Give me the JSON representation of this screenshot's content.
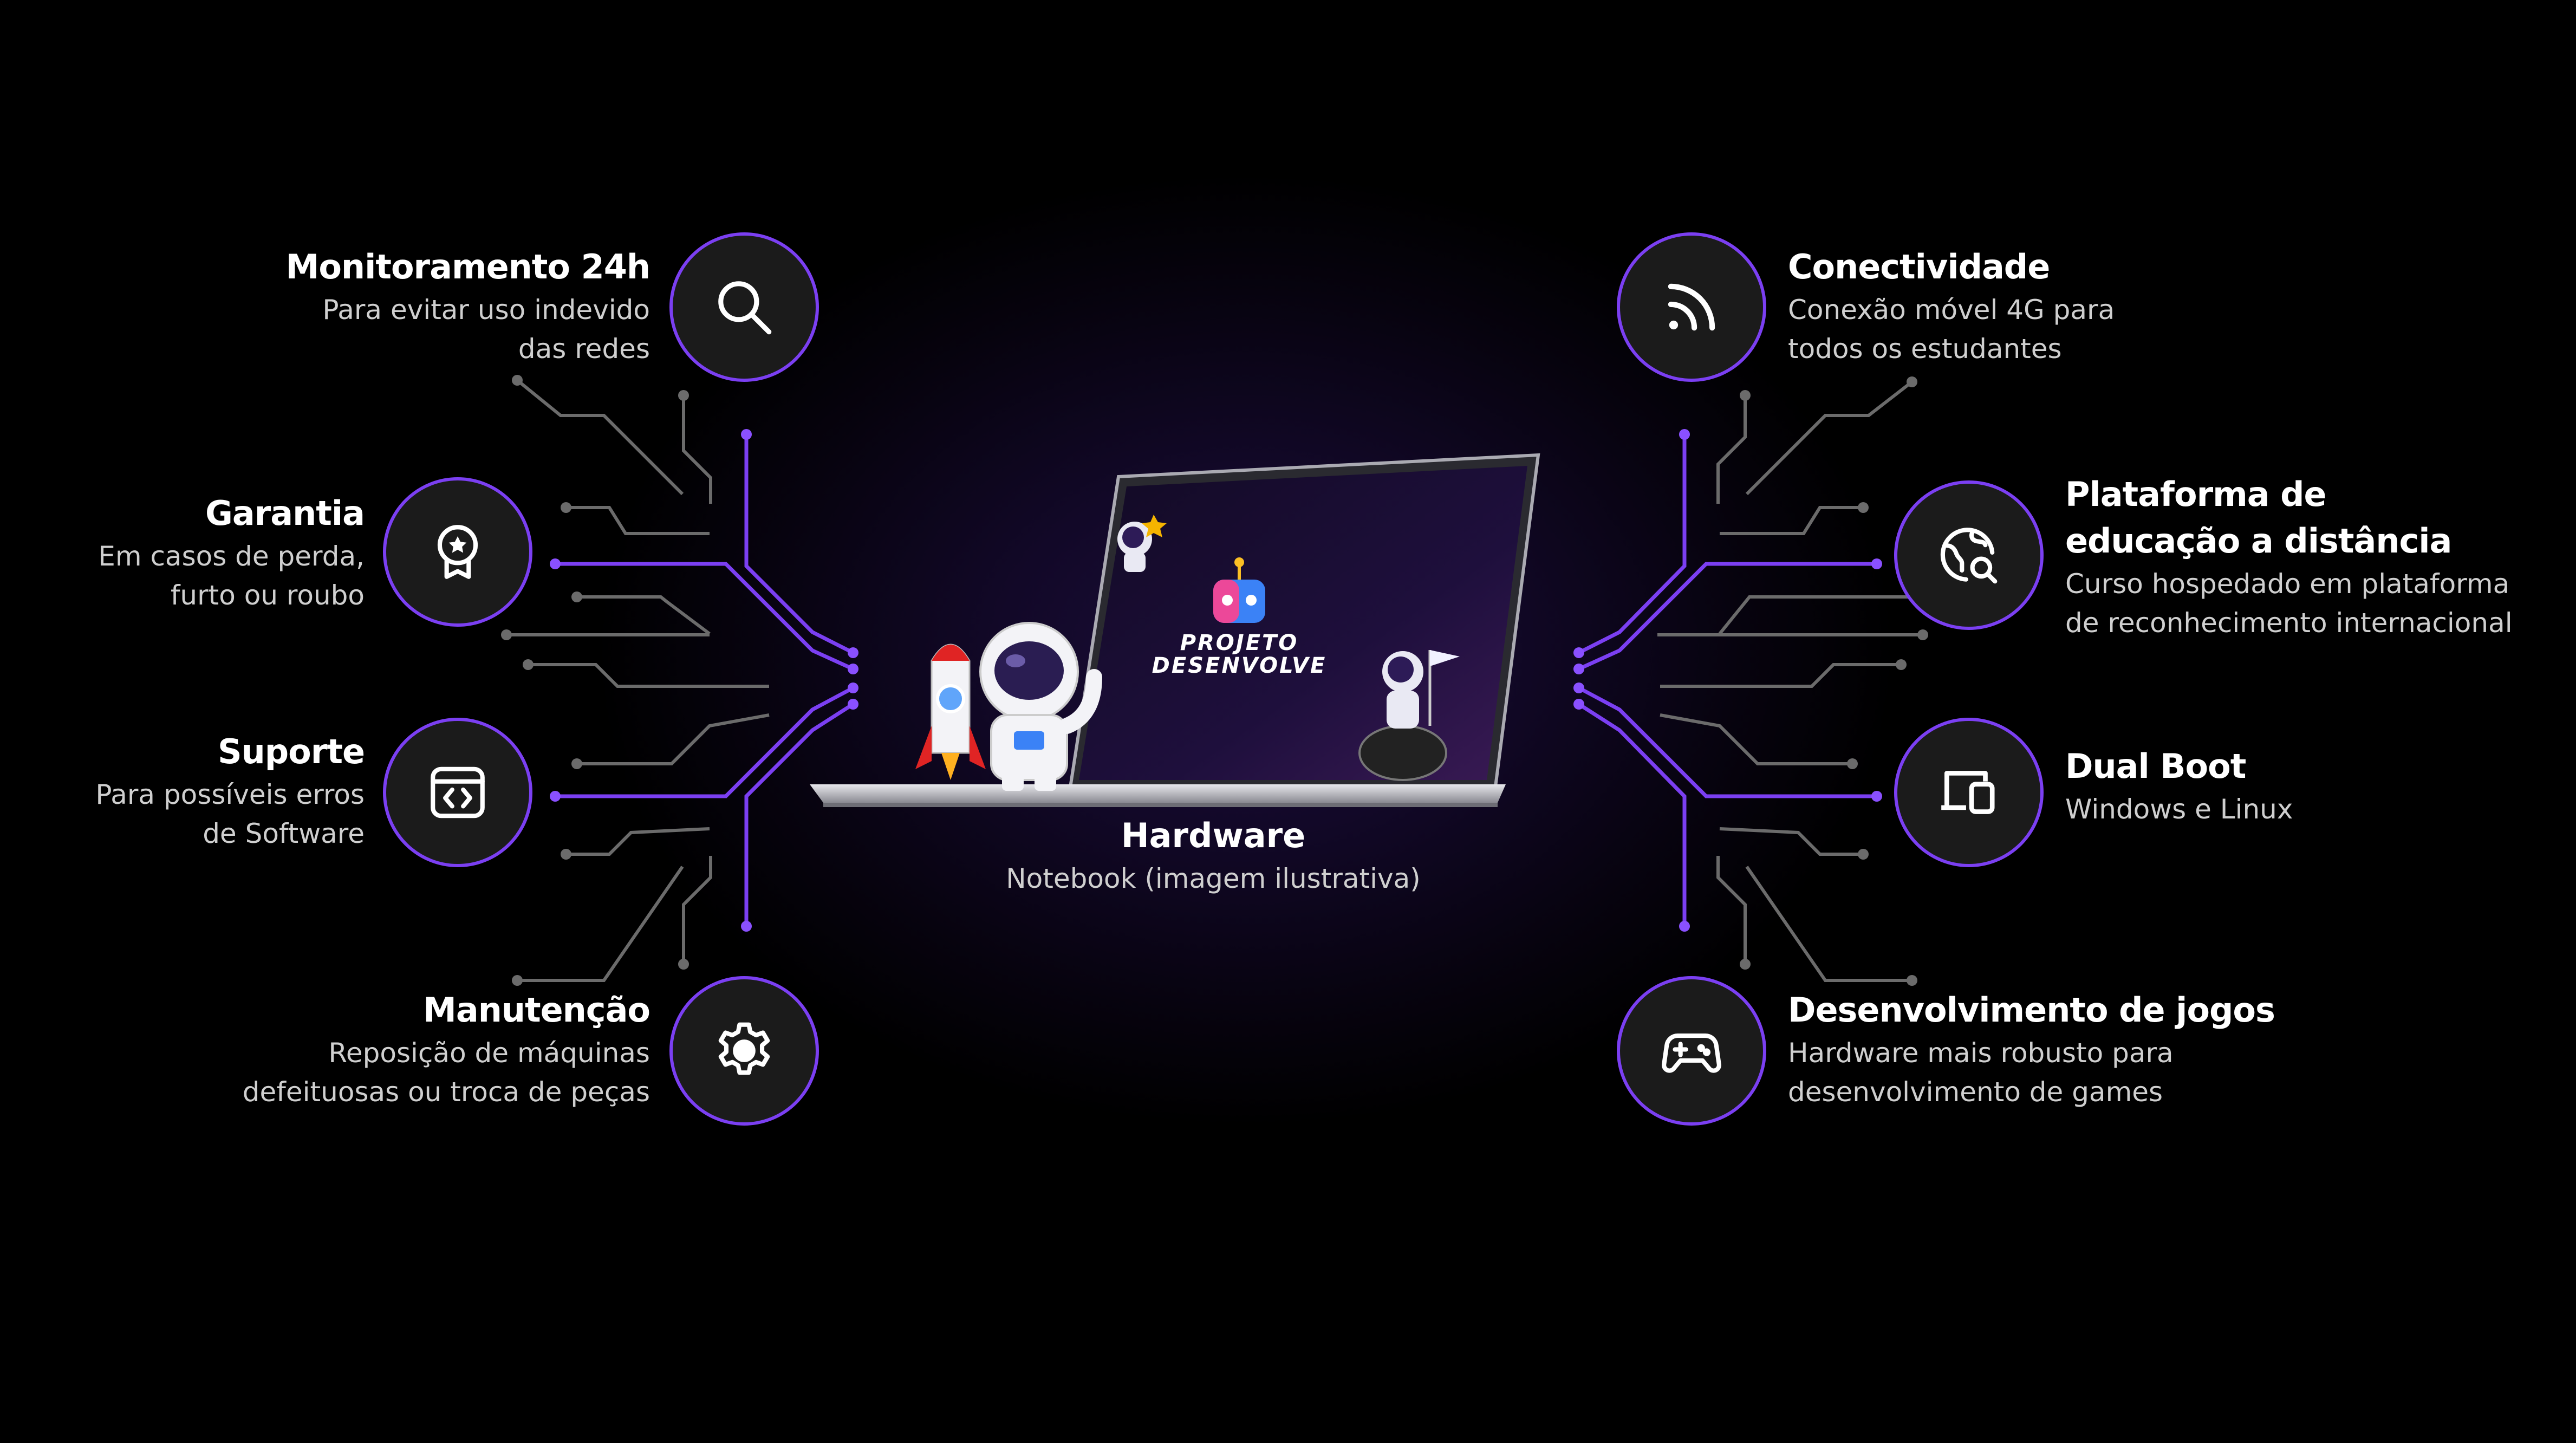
{
  "center": {
    "title": "Hardware",
    "subtitle": "Notebook (imagem ilustrativa)",
    "screen_brand_line1": "PROJETO",
    "screen_brand_line2": "DESENVOLVE"
  },
  "left_features": [
    {
      "title": "Monitoramento 24h",
      "desc_line1": "Para evitar uso indevido",
      "desc_line2": "das redes",
      "icon": "search-icon"
    },
    {
      "title": "Garantia",
      "desc_line1": "Em casos de perda,",
      "desc_line2": "furto ou roubo",
      "icon": "award-icon"
    },
    {
      "title": "Suporte",
      "desc_line1": "Para possíveis erros",
      "desc_line2": "de Software",
      "icon": "code-icon"
    },
    {
      "title": "Manutenção",
      "desc_line1": "Reposição de máquinas",
      "desc_line2": "defeituosas ou troca de peças",
      "icon": "gear-icon"
    }
  ],
  "right_features": [
    {
      "title": "Conectividade",
      "desc_line1": "Conexão móvel 4G para",
      "desc_line2": "todos os estudantes",
      "icon": "rss-icon"
    },
    {
      "title_line1": "Plataforma de",
      "title_line2": "educação a distância",
      "desc_line1": "Curso hospedado em plataforma",
      "desc_line2": "de reconhecimento internacional",
      "icon": "globe-search-icon"
    },
    {
      "title": "Dual Boot",
      "desc_line1": "Windows e Linux",
      "icon": "devices-icon"
    },
    {
      "title": "Desenvolvimento de jogos",
      "desc_line1": "Hardware mais robusto para",
      "desc_line2": "desenvolvimento de games",
      "icon": "gamepad-icon"
    }
  ],
  "colors": {
    "background": "#000000",
    "accent": "#7b3ff2",
    "circle_fill": "#1b1b1b",
    "circuit_gray": "#6e6e6e",
    "text_secondary": "#cfcfcf"
  }
}
